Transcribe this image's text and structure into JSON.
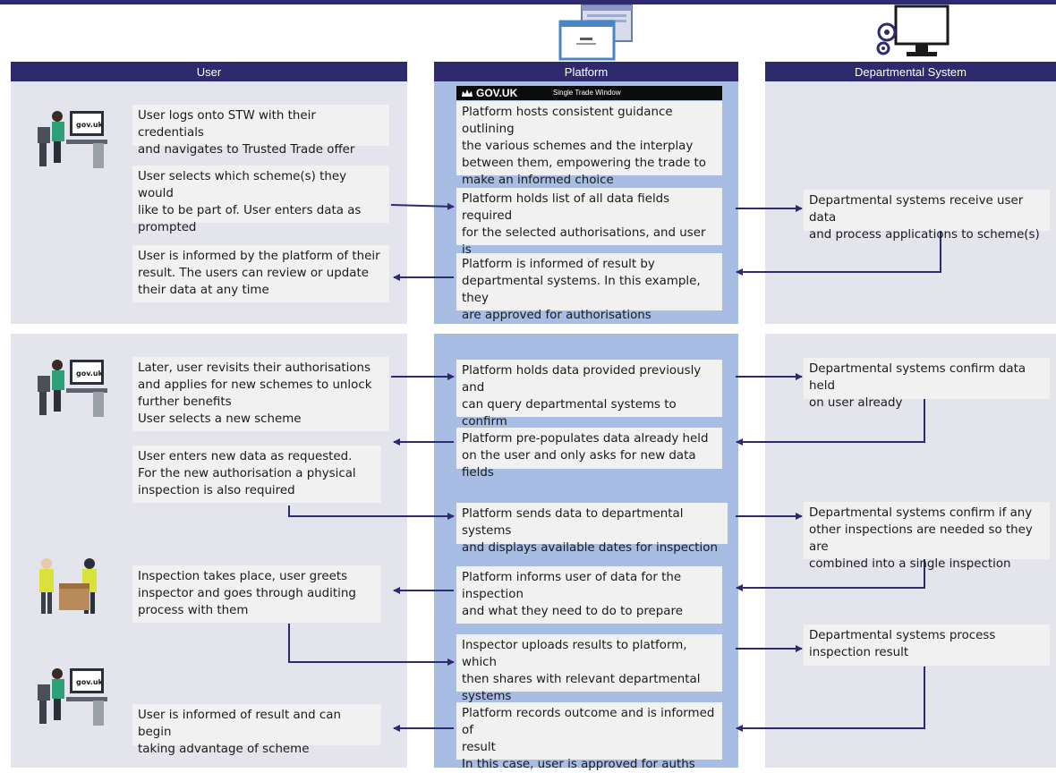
{
  "columns": {
    "user": "User",
    "platform": "Platform",
    "departmental": "Departmental System"
  },
  "brand": {
    "title": "GOV.UK",
    "subtitle": "Single Trade Window"
  },
  "illustration_text": {
    "screen_label": "gov.uk"
  },
  "colors": {
    "navy": "#2e2a6e",
    "lane": "#e3e4ec",
    "platform": "#a7bde4",
    "box": "#f1f1f1"
  },
  "user": {
    "u1": "User logs onto STW with their credentials\nand navigates to Trusted Trade offer",
    "u2": "User selects which scheme(s) they would\nlike to be part of. User enters data as\nprompted",
    "u3": "User is informed by the platform of their\nresult. The users can review or update\ntheir data at any time",
    "u4": "Later, user revisits their authorisations\nand applies for new schemes to unlock\nfurther benefits\nUser selects a new scheme",
    "u5": "User enters new data as requested.\nFor the new authorisation a physical\ninspection is also required",
    "u6": "Inspection takes place, user greets\ninspector and goes through auditing\nprocess with them",
    "u7": "User is informed of result and can begin\ntaking advantage of scheme"
  },
  "platform": {
    "p1": "Platform hosts consistent guidance outlining\nthe various schemes and the interplay\nbetween them, empowering the trade to\nmake an informed choice",
    "p2": "Platform holds list of all data fields required\nfor the selected authorisations, and user is\nprompted to input all relevant data",
    "p3": "Platform is informed of result by\ndepartmental systems. In this example, they\nare approved for authorisations",
    "p4": "Platform holds data provided previously and\ncan query departmental systems to confirm\ndata held",
    "p5": "Platform pre-populates data already held\non the user and only asks for new data fields",
    "p6": "Platform sends data to departmental systems\nand displays available dates for inspection",
    "p7": "Platform informs user of data for the\ninspection\nand what they need to do to prepare",
    "p8": "Inspector uploads results to platform, which\nthen shares with relevant departmental\nsystems",
    "p9": "Platform records outcome and is informed of\nresult\nIn this case, user is approved for auths"
  },
  "departmental": {
    "d1": "Departmental systems receive user data\nand process applications to scheme(s)",
    "d2": "Departmental systems confirm data held\non user already",
    "d3": "Departmental systems confirm if any\nother inspections are needed so they are\ncombined into a single inspection",
    "d4": "Departmental systems process\ninspection result"
  }
}
